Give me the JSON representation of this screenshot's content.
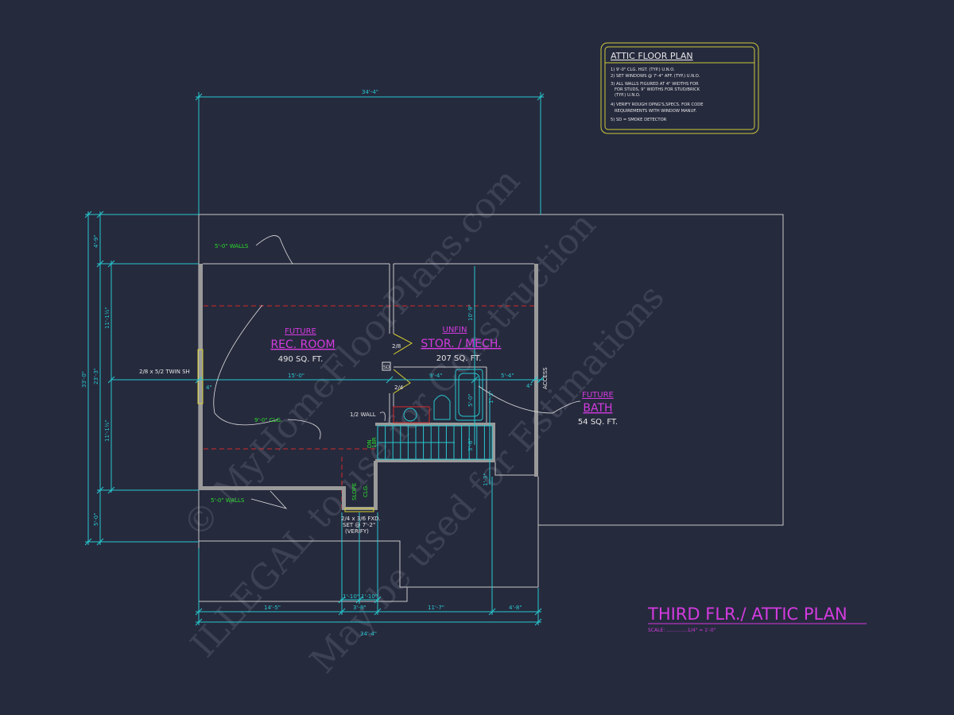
{
  "notes_box": {
    "title": "ATTIC FLOOR PLAN",
    "lines": [
      "1) 9'-0\" CLG. HGT. (TYP.) U.N.O.",
      "2) SET WINDOWS @ 7'-4\" AFF. (TYP.) U.N.O.",
      "3) ALL WALLS FIGURED AT 4\" WIDTHS FOR",
      "   FOR STUDS, 9\" WIDTHS FOR STUD/BRICK",
      "   (TYP.) U.N.O.",
      "4) VERIFY ROUGH OPNG'S,SPECS. FOR CODE",
      "   REQUIREMENTS WITH WINDOW MANUF.",
      "5) SD = SMOKE DETECTOR"
    ]
  },
  "rooms": {
    "rec": {
      "prefix": "FUTURE",
      "name": "REC. ROOM",
      "area": "490 SQ. FT."
    },
    "stor": {
      "prefix": "UNFIN",
      "name": "STOR. / MECH.",
      "area": "207 SQ. FT."
    },
    "bath": {
      "prefix": "FUTURE",
      "name": "BATH",
      "area": "54 SQ. FT."
    }
  },
  "annotations": {
    "walls_top": "5'-0\" WALLS",
    "walls_bottom": "5'-0\" WALLS",
    "clg": "9'-0\" CLG.",
    "window_left": "2/8 x 5/2 TWIN SH",
    "half_wall": "1/2 WALL",
    "door_top": "2/8",
    "door_bottom": "2/4",
    "sd": "SD",
    "dn": "DN",
    "dn2": "18R",
    "slope": "SLOPE",
    "slope2": "CLG.",
    "access": "ACCESS",
    "window_bottom": [
      "2/4 x 3/6 FXD.",
      "SET @ 7'-2\"",
      "(VERIFY)"
    ]
  },
  "dimensions": {
    "top": "34'-4\"",
    "left_total": "33'-0\"",
    "left_inner": "23'-3\"",
    "left_a": "4'-9\"",
    "left_b": "11'-1½\"",
    "left_c": "11'-1½\"",
    "left_d": "5'-0\"",
    "h_rec": "15'-0\"",
    "h_stor": "9'-4\"",
    "h_right": "5'-4\"",
    "wall_l": "4\"",
    "wall_r": "4\"",
    "v_stor": "10'-9\"",
    "v_tub": "5'-0\"",
    "v_small": "1'-5\"",
    "v_stair": "3'-6\"",
    "v_b": "1'-3\"",
    "b1": "14'-5\"",
    "b2": "3'-8\"",
    "b3": "11'-7\"",
    "b4": "4'-8\"",
    "b_total": "34'-4\"",
    "b_small1": "1'-10\"",
    "b_small2": "1'-10\""
  },
  "title_block": {
    "title": "THIRD FLR./ ATTIC PLAN",
    "scale": "SCALE: ..............1/4\" = 1'-0\""
  },
  "watermark": [
    "© MyHomeFloorPlans.com",
    "ILLEGAL to use for Construction",
    "May be used for Estimations"
  ],
  "colors": {
    "background": "#262a3d",
    "dimension": "#27c8d0",
    "room_label": "#d43be0",
    "note": "#2bdc2b",
    "notes_box": "#c9c93a"
  }
}
